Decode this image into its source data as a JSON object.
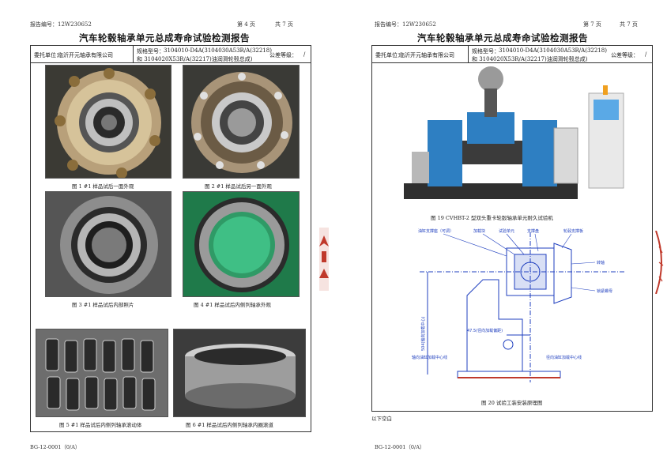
{
  "left_page": {
    "report_no_label": "报告编号：",
    "report_no": "12W230652",
    "page_label": "第 4 页",
    "total_label": "共 7 页",
    "title": "汽车轮毂轴承单元总成寿命试验检测报告",
    "client_label": "委托单位：",
    "client": "临沂开元轴承有限公司",
    "spec_label": "规格型号：",
    "spec_line1": "3104010-D4A(3104030A53R/A(32218)",
    "spec_line2": "和 3104020X53R/A(32217)油润滑轮毂总成)",
    "grade_label": "公差等级：",
    "grade": "/",
    "figures": [
      {
        "caption": "图 1  #1 样品试后一面外观"
      },
      {
        "caption": "图 2  #1 样品试后另一面外观"
      },
      {
        "caption": "图 3  #1 样品试后内部照片"
      },
      {
        "caption": "图 4  #1 样品试后内侧列轴承外观"
      },
      {
        "caption": "图 5  #1 样品试后内侧列轴承滚动体"
      },
      {
        "caption": "图 6  #1 样品试后内侧列轴承内圈滚道"
      }
    ],
    "footer": "BG-12-0001（0/A）"
  },
  "right_page": {
    "report_no_label": "报告编号：",
    "report_no": "12W230652",
    "page_label": "第 7 页",
    "total_label": "共 7 页",
    "title": "汽车轮毂轴承单元总成寿命试验检测报告",
    "client_label": "委托单位：",
    "client": "临沂开元轴承有限公司",
    "spec_label": "规格型号：",
    "spec_line1": "3104010-D4A(3104030A53R/A(32218)",
    "spec_line2": "和 3104020X53R/A(32217)油润滑轮毂总成)",
    "grade_label": "公差等级：",
    "grade": "/",
    "figure19_caption": "图 19  CVHBT-2 型双头重卡轮毂轴承单元耐久试验机",
    "figure20_caption": "图 20  试验工装安装原理图",
    "diagram_labels": {
      "oil_device": "油缸支撑座（可调）",
      "load_block": "加载块",
      "test_unit": "试验单元",
      "support_plate": "支撑盘",
      "wheel_hub": "轮毂支撑板",
      "spindle": "转轴",
      "adapter": "锁紧螺母",
      "axial_center": "轴向油缸加载中心线",
      "radial_center": "径向油缸加载中心线",
      "dim_vertical": "504(轴向加载中心)",
      "dim_horizontal": "47.5(径向加载偏距)"
    },
    "end_note": "以下空白",
    "footer": "BG-12-0001（0/A）"
  },
  "colors": {
    "border": "#333333",
    "accent_red": "#c0392b",
    "machine_blue": "#2e7fc2",
    "diagram_blue": "#1f3fbf"
  }
}
